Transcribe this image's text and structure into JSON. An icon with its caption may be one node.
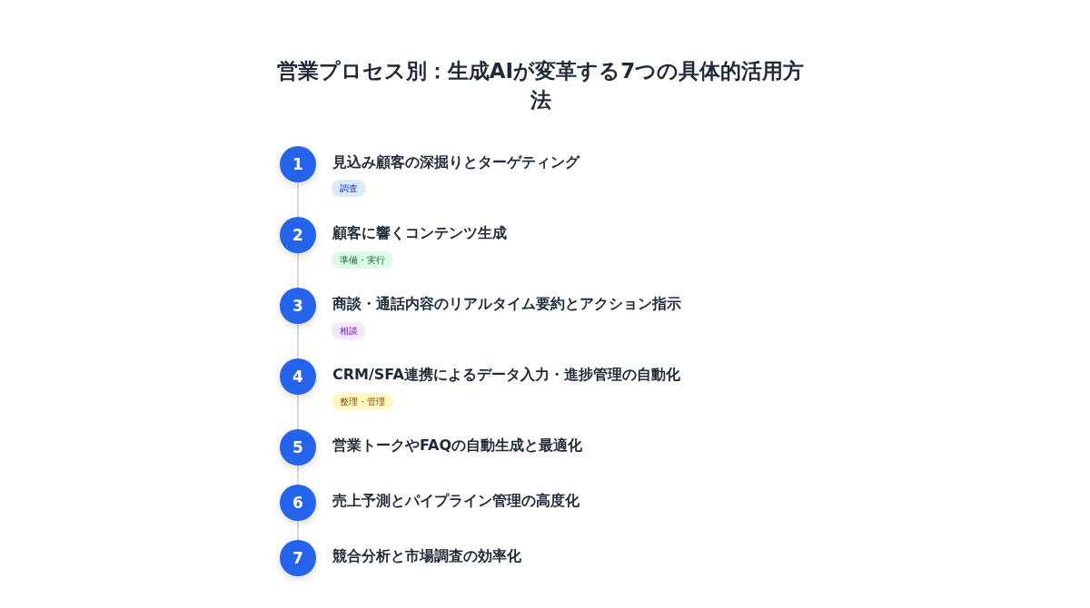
{
  "diagram": {
    "title": "営業プロセス別：生成AIが変革する7つの具体的活用方法",
    "nodes": [
      {
        "text": [
          "1"
        ],
        "beside": [
          "見込み顧客の深掘りとターゲティング"
        ]
      },
      {
        "text": [
          "調査"
        ]
      },
      {
        "text": [
          "2"
        ],
        "beside": [
          "顧客に響くコンテンツ生成"
        ]
      },
      {
        "text": [
          "準備・実行"
        ]
      },
      {
        "text": [
          "3"
        ],
        "beside": [
          "商談・通話内容のリアルタイム要約とアクション指示"
        ]
      },
      {
        "text": [
          "相談"
        ]
      },
      {
        "text": [
          "4"
        ],
        "beside": [
          "CRM/SFA連携によるデータ入力・進捗管理の自動化"
        ]
      },
      {
        "text": [
          "整理・管理"
        ]
      },
      {
        "text": [
          "5"
        ],
        "beside": [
          "営業トークやFAQの自動生成と最適化"
        ]
      },
      {
        "text": [
          "6"
        ],
        "beside": [
          "売上予測とパイプライン管理の高度化"
        ]
      },
      {
        "text": [
          "7"
        ],
        "beside": [
          "競合分析と市場調査の効率化"
        ]
      }
    ],
    "edges": [
      {
        "from": 0,
        "to": 2,
        "arrow": "none"
      },
      {
        "from": 2,
        "to": 4,
        "arrow": "none"
      },
      {
        "from": 4,
        "to": 6,
        "arrow": "none"
      },
      {
        "from": 6,
        "to": 8,
        "arrow": "none"
      },
      {
        "from": 8,
        "to": 9,
        "arrow": "none"
      },
      {
        "from": 9,
        "to": 10,
        "arrow": "none"
      }
    ]
  }
}
